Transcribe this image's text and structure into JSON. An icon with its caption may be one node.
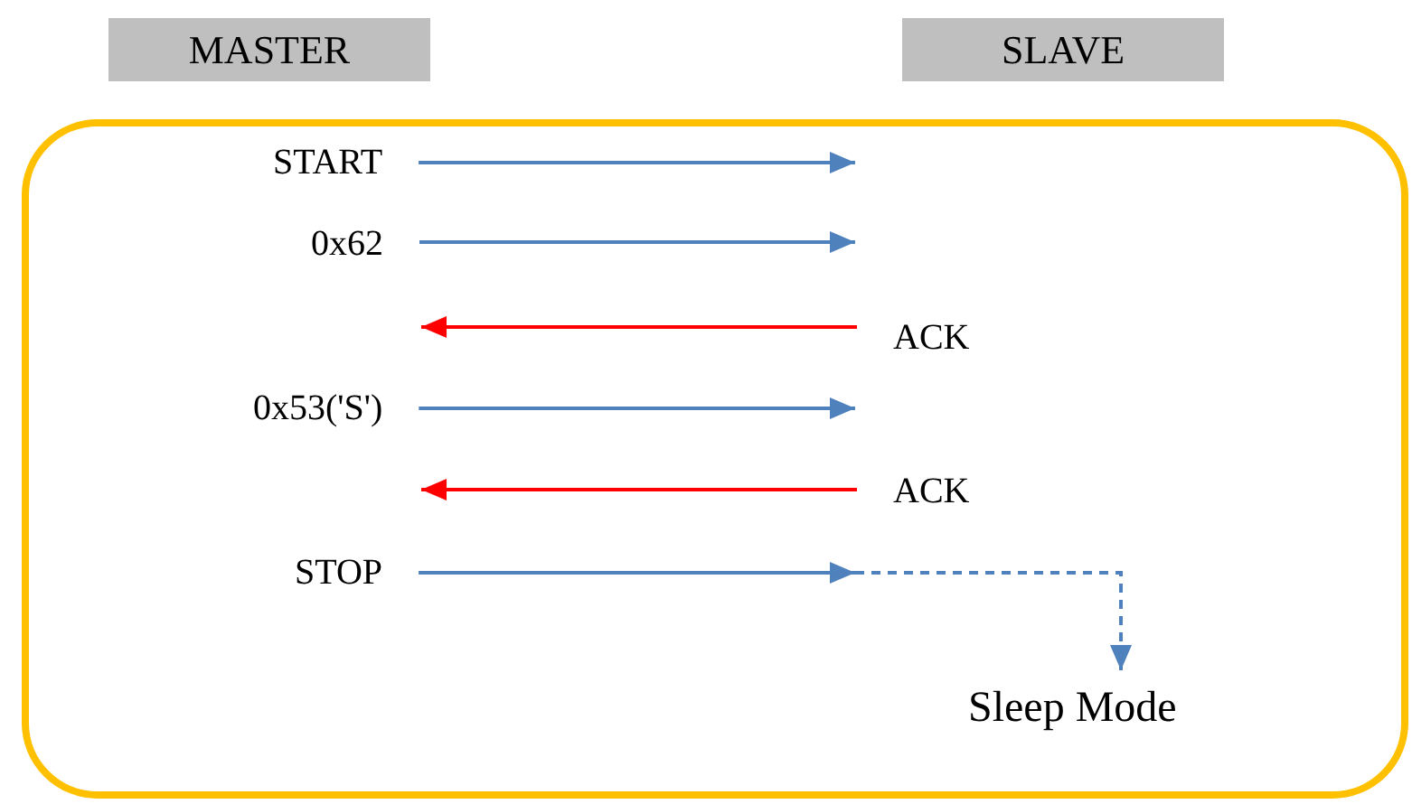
{
  "diagram": {
    "nodes": [
      {
        "text": [
          "MASTER"
        ]
      },
      {
        "text": [
          "SLAVE"
        ]
      },
      {
        "text": [],
        "shape": "box"
      },
      {
        "text": [
          "START"
        ],
        "in": 2
      },
      {
        "text": [
          "0x62"
        ],
        "in": 2
      },
      {
        "text": [
          "ACK"
        ],
        "in": 2
      },
      {
        "text": [
          "0x53('S')"
        ],
        "in": 2
      },
      {
        "text": [
          "ACK"
        ],
        "in": 2
      },
      {
        "text": [
          "STOP"
        ],
        "in": 2
      },
      {
        "text": [
          "Sleep Mode"
        ],
        "in": 2
      }
    ],
    "edges": [
      {
        "from": 3,
        "to": null,
        "arrow": "to"
      },
      {
        "from": 4,
        "to": null,
        "arrow": "to"
      },
      {
        "from": 5,
        "to": null,
        "arrow": "to",
        "color": "#ff0000"
      },
      {
        "from": 6,
        "to": null,
        "arrow": "to"
      },
      {
        "from": 7,
        "to": null,
        "arrow": "to",
        "color": "#ff0000"
      },
      {
        "from": 8,
        "to": null,
        "arrow": "to"
      },
      {
        "from": null,
        "to": 9,
        "arrow": "to",
        "style": "dashed"
      }
    ]
  }
}
